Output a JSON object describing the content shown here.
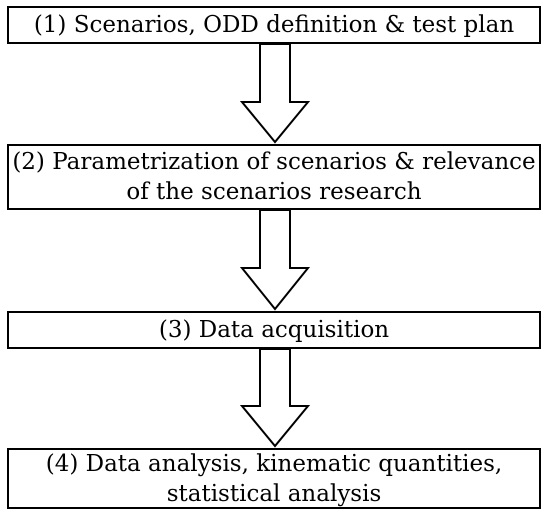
{
  "steps": [
    {
      "lines": [
        "(1) Scenarios, ODD definition & test plan"
      ]
    },
    {
      "lines": [
        "(2) Parametrization of scenarios & relevance",
        "of the scenarios research"
      ]
    },
    {
      "lines": [
        "(3) Data acquisition"
      ]
    },
    {
      "lines": [
        "(4) Data analysis, kinematic quantities,",
        "statistical analysis"
      ]
    }
  ],
  "colors": {
    "stroke": "#000000",
    "fill": "#ffffff"
  }
}
